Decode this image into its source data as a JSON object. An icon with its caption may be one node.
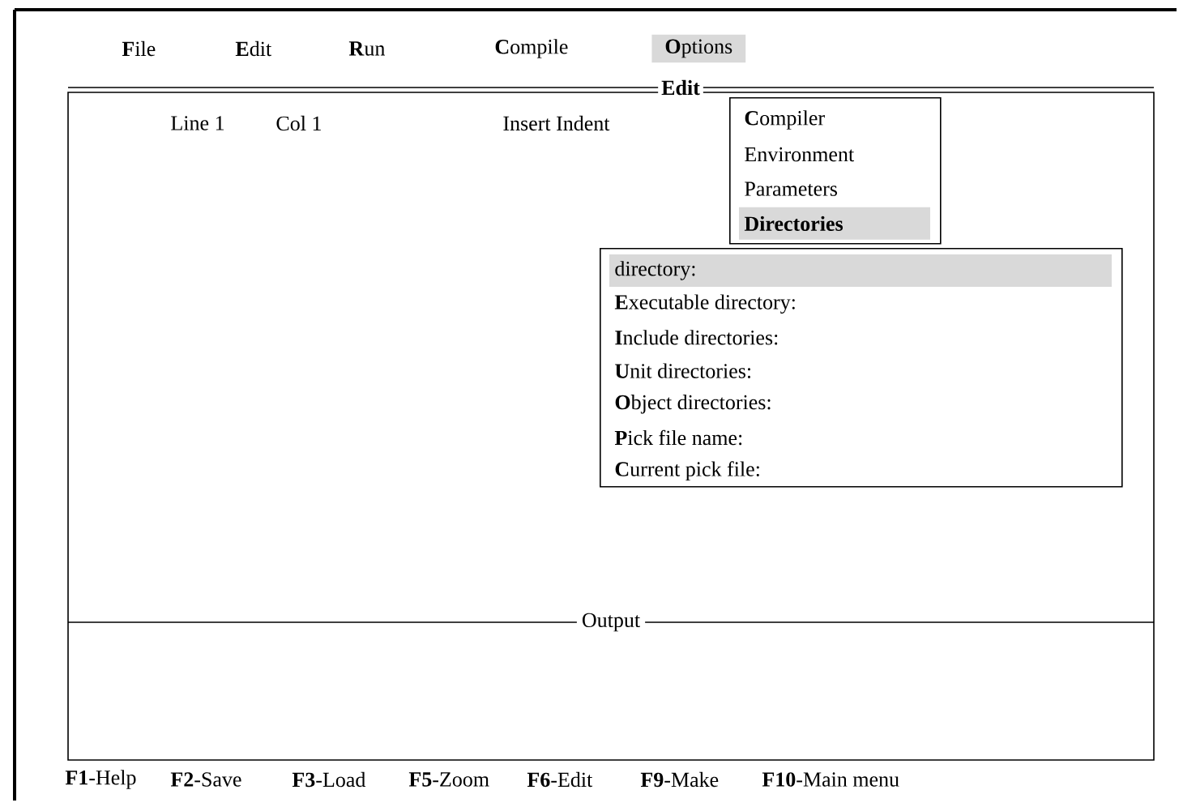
{
  "diagram": {
    "nodes": [
      {
        "text": [
          "Edit"
        ]
      },
      {
        "text": [
          "**C**ompiler",
          "Environment",
          "Parameters",
          "Directories"
        ],
        "in": 0
      },
      {
        "text": [
          "directory:",
          "**E**xecutable directory:",
          "**I**nclude directories:",
          "**U**nit directories:",
          "**O**bject directories:",
          "**P**ick file name:",
          "**C**urrent pick file:"
        ],
        "in": 0
      },
      {
        "text": [
          "Output"
        ]
      }
    ],
    "edges": [],
    "labels": [
      "**F**ile",
      "**E**dit",
      "**R**un",
      "**C**ompile",
      "**O**ptions",
      "Line 1",
      "Col 1",
      "Insert Indent",
      "**F1**-Help",
      "**F2**-Save",
      "**F3**-Load",
      "**F5**-Zoom",
      "**F6**-Edit",
      "**F9**-Make",
      "**F10**-Main menu"
    ]
  }
}
